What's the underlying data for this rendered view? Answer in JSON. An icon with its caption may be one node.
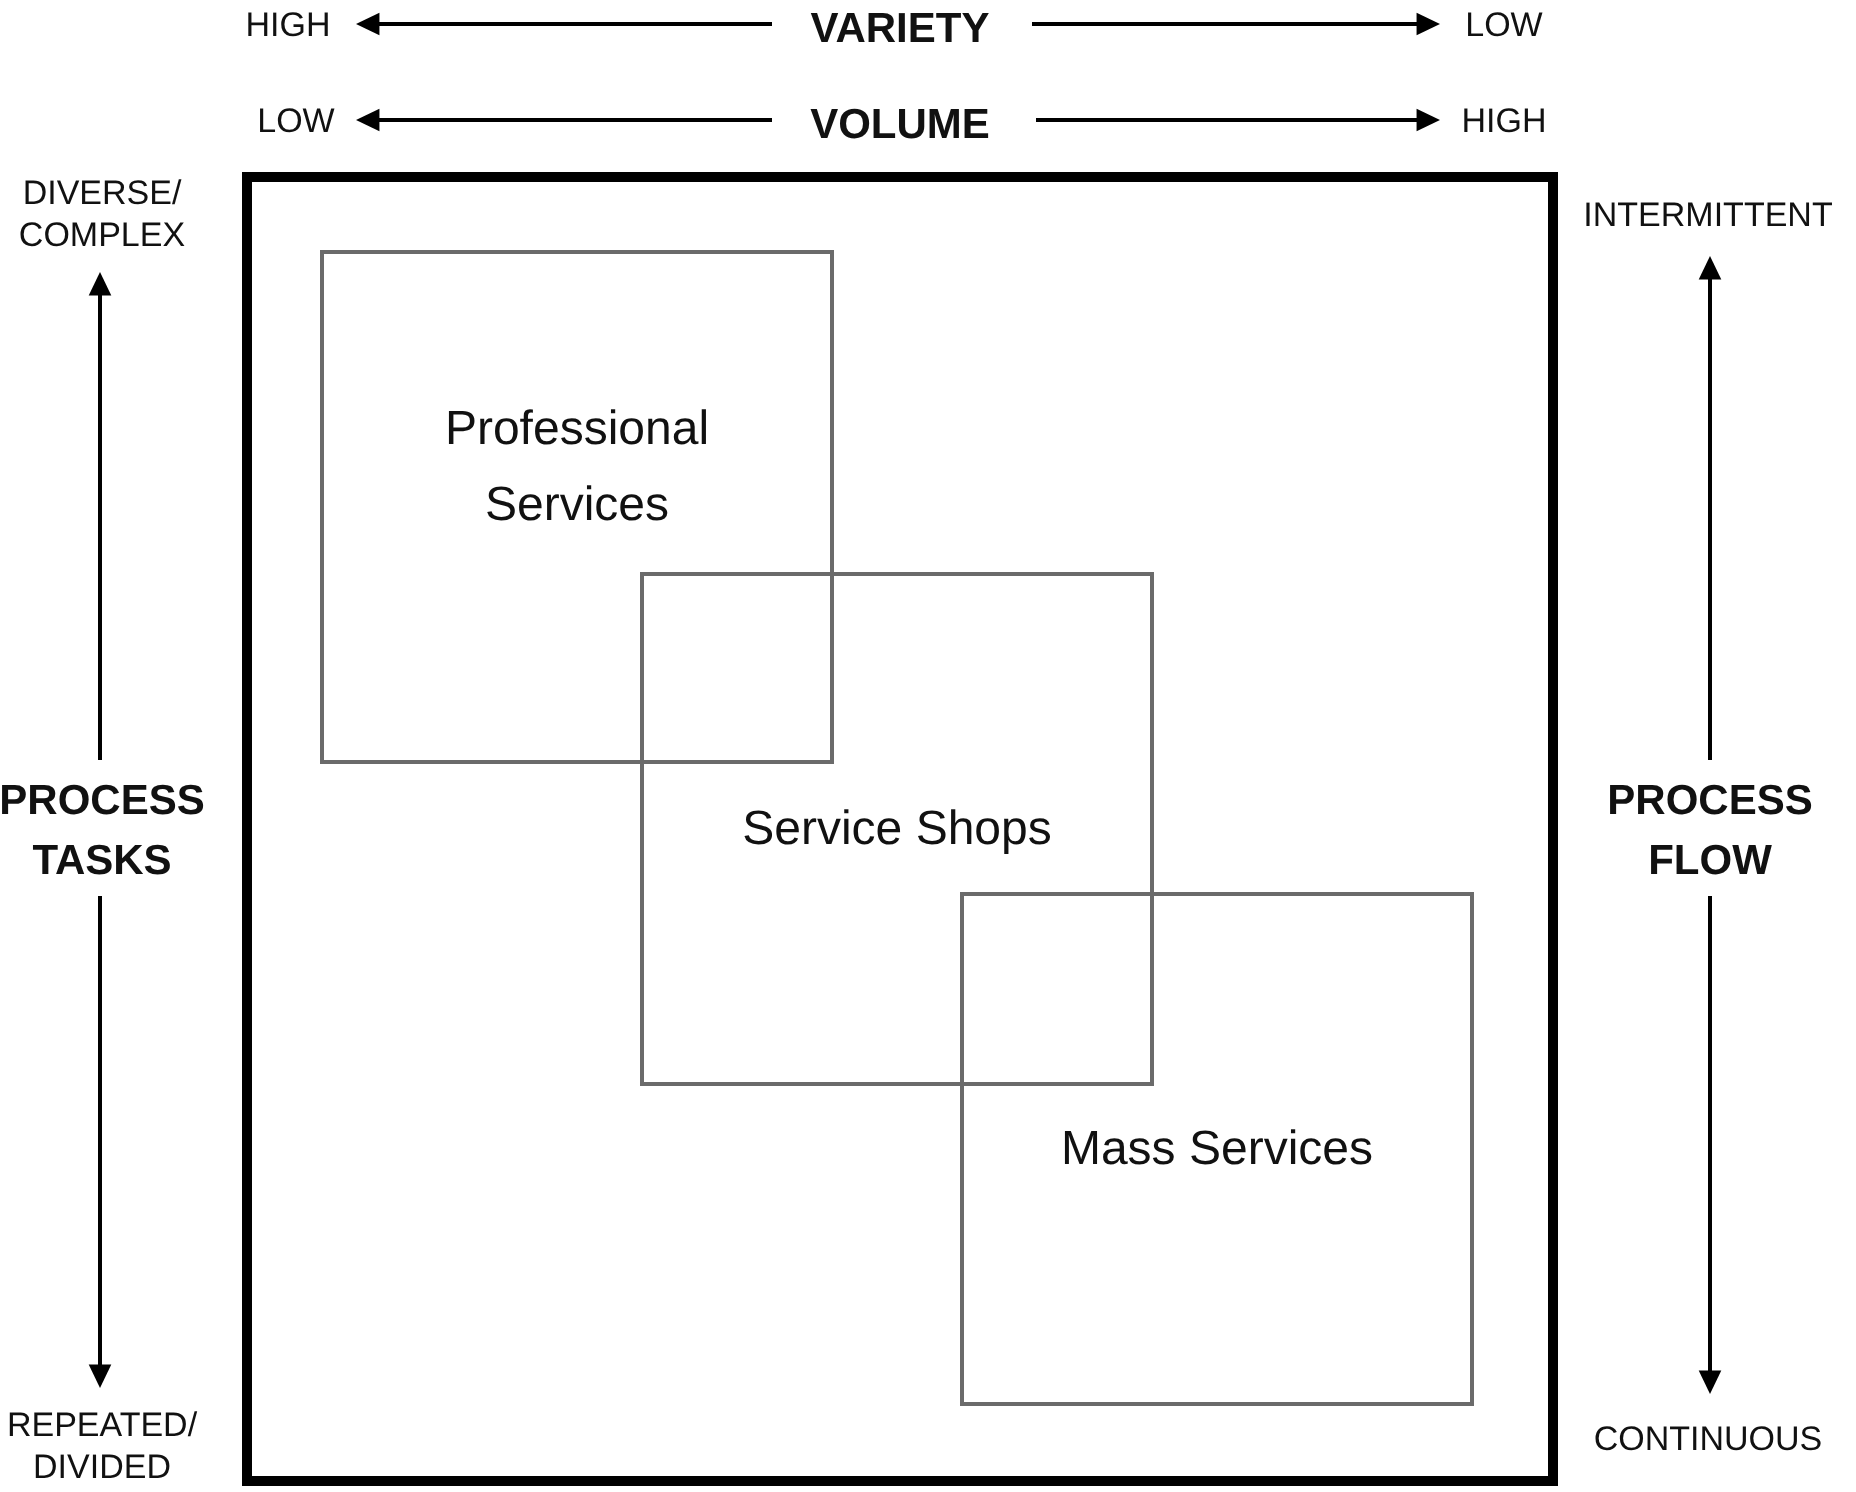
{
  "diagram": {
    "nodes": [
      {
        "text": [],
        "shape": "box"
      },
      {
        "text": [
          "Professional Services"
        ],
        "in": 0
      },
      {
        "text": [
          "Service Shops"
        ],
        "in": 0
      },
      {
        "text": [
          "Mass Services"
        ],
        "in": 0
      }
    ],
    "labels": [
      "HIGH",
      "VARIETY",
      "LOW",
      "LOW",
      "VOLUME",
      "HIGH",
      "DIVERSE/ COMPLEX",
      "INTERMITTENT",
      "PROCESS TASKS",
      "PROCESS FLOW",
      "REPEATED/ DIVIDED",
      "CONTINUOUS"
    ]
  }
}
